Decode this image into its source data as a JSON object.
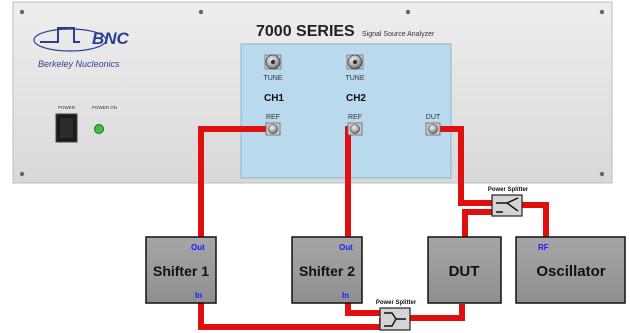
{
  "instrument": {
    "brand_logo": "BNC",
    "company": "Berkeley Nucleonics",
    "series": "7000 SERIES",
    "model_desc": "Signal Source Analyzer",
    "power_switch_label": "POWER",
    "power_led_label": "POWER ON",
    "channels": [
      {
        "tune_label": "TUNE",
        "channel_label": "CH1",
        "ref_label": "REF"
      },
      {
        "tune_label": "TUNE",
        "channel_label": "CH2",
        "ref_label": "REF"
      }
    ],
    "dut_port_label": "DUT"
  },
  "blocks": {
    "shifter1": {
      "name": "Shifter 1",
      "out": "Out",
      "in": "In"
    },
    "shifter2": {
      "name": "Shifter 2",
      "out": "Out",
      "in": "In"
    },
    "dut": {
      "name": "DUT"
    },
    "oscillator": {
      "name": "Oscillator",
      "rf": "RF"
    }
  },
  "splitters": {
    "top": "Power Splitter",
    "bottom": "Power Splitter"
  },
  "colors": {
    "cable": "#e01010",
    "port_label": "#1a1aff",
    "panel": "#e7e7e7",
    "panel_window": "#b9d9ec",
    "block": "#9c9c9c"
  }
}
